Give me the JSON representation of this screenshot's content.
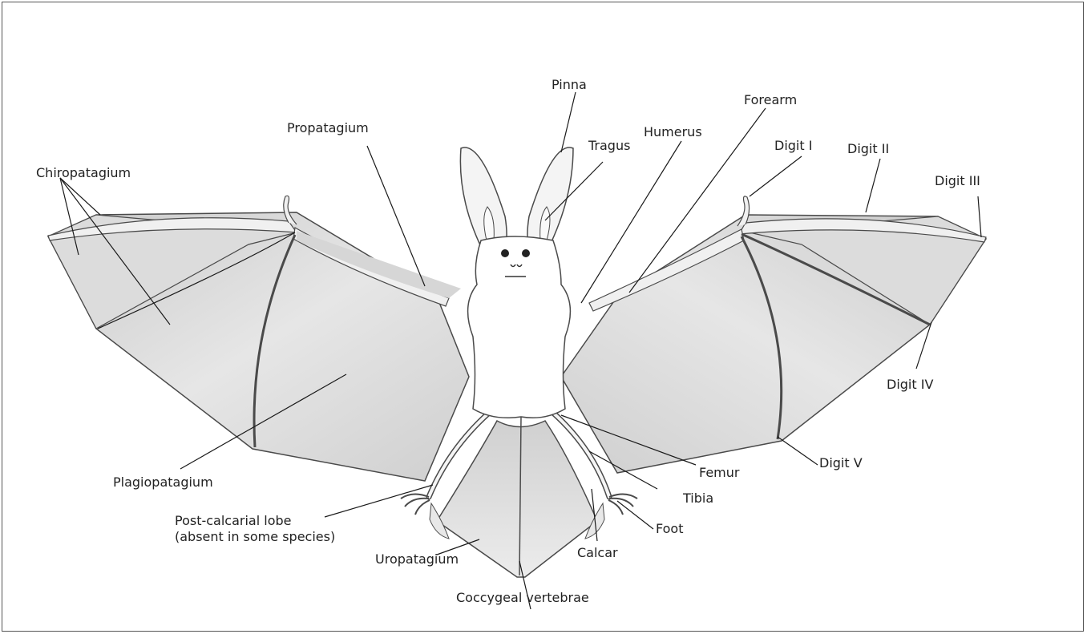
{
  "labels": {
    "chiropatagium": "Chiropatagium",
    "propatagium": "Propatagium",
    "pinna": "Pinna",
    "tragus": "Tragus",
    "humerus": "Humerus",
    "forearm": "Forearm",
    "digit_1": "Digit I",
    "digit_2": "Digit II",
    "digit_3": "Digit III",
    "digit_4": "Digit IV",
    "digit_5": "Digit V",
    "plagiopatagium": "Plagiopatagium",
    "femur": "Femur",
    "tibia": "Tibia",
    "foot": "Foot",
    "calcar": "Calcar",
    "post_calcarial_lobe_1": "Post-calcarial lobe",
    "post_calcarial_lobe_2": "(absent in some species)",
    "uropatagium": "Uropatagium",
    "coccygeal_vertebrae": "Coccygeal vertebrae"
  },
  "colors": {
    "membrane": "#d4d4d4",
    "body": "#ffffff",
    "outline": "#4a4a4a",
    "bone": "#f2f2f2",
    "leader": "#1a1a1a"
  }
}
